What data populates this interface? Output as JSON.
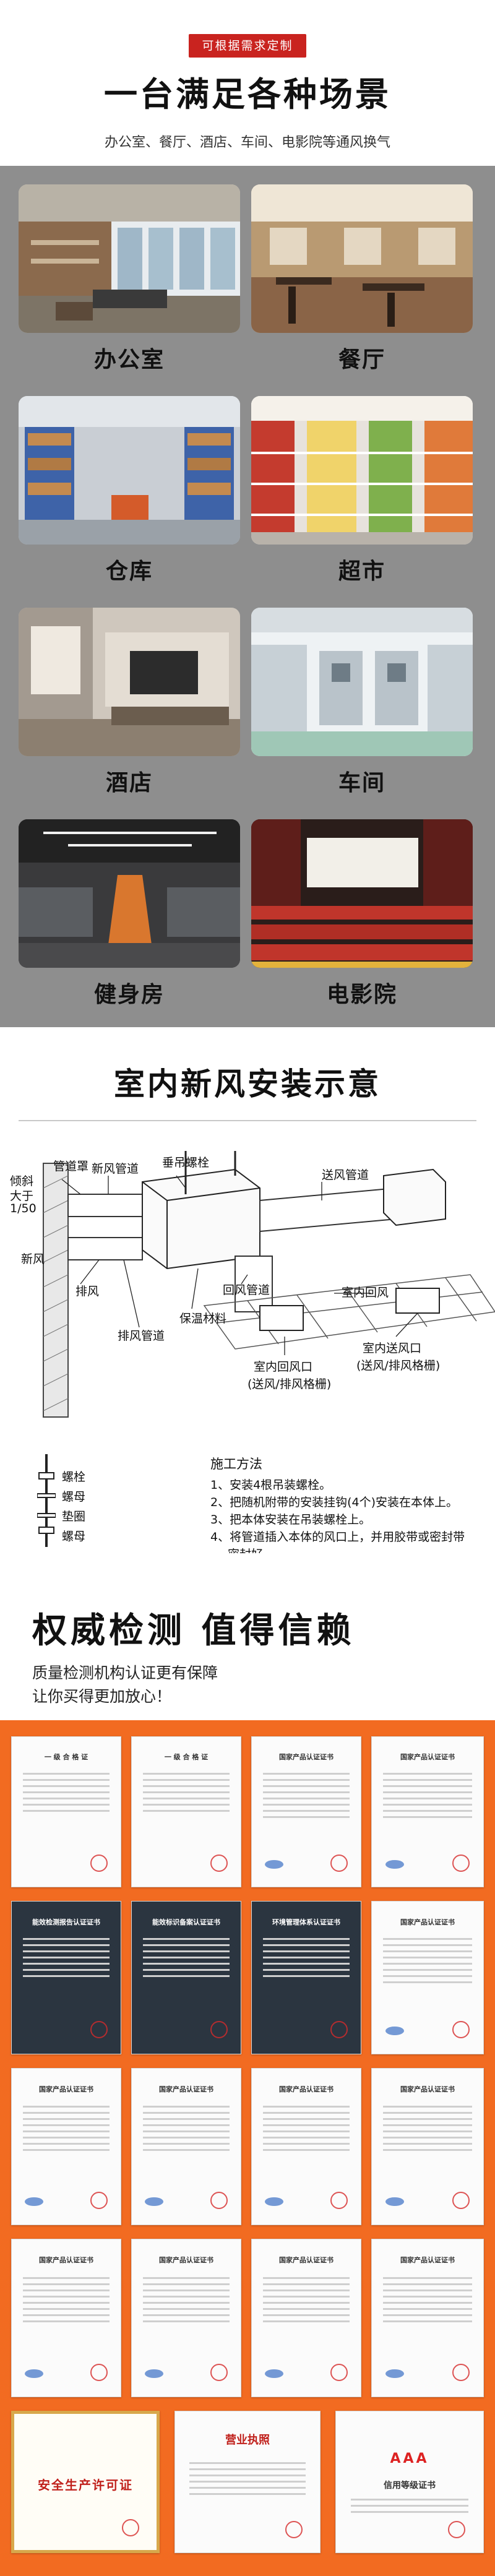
{
  "section_scenes": {
    "badge": "可根据需求定制",
    "headline": "一台满足各种场景",
    "subline": "办公室、餐厅、酒店、车间、电影院等通风换气",
    "cards": [
      {
        "label": "办公室",
        "icon": "office-photo"
      },
      {
        "label": "餐厅",
        "icon": "restaurant-photo"
      },
      {
        "label": "仓库",
        "icon": "warehouse-photo"
      },
      {
        "label": "超市",
        "icon": "supermarket-photo"
      },
      {
        "label": "酒店",
        "icon": "hotel-photo"
      },
      {
        "label": "车间",
        "icon": "workshop-photo"
      },
      {
        "label": "健身房",
        "icon": "gym-photo"
      },
      {
        "label": "电影院",
        "icon": "cinema-photo"
      }
    ]
  },
  "section_install": {
    "title": "室内新风安装示意",
    "labels": {
      "duct_cover": "管道罩",
      "fresh_duct": "新风管道",
      "hanger_bolt": "垂吊螺栓",
      "supply_duct": "送风管道",
      "slope_1": "倾斜",
      "slope_2": "大于",
      "slope_3": "1/50",
      "fresh_air": "新风",
      "exhaust": "排风",
      "return_duct": "回风管道",
      "insulation": "保温材料",
      "exhaust_duct": "排风管道",
      "indoor_return": "室内回风",
      "return_port_1": "室内回风口",
      "return_port_2": "(送风/排风格栅)",
      "supply_port_1": "室内送风口",
      "supply_port_2": "(送风/排风格栅)"
    },
    "bolt_parts": [
      "螺栓",
      "螺母",
      "垫圈",
      "螺母"
    ],
    "method_title": "施工方法",
    "steps": [
      "1、安装4根吊装螺栓。",
      "2、把随机附带的安装挂钩(4个)安装在本体上。",
      "3、把本体安装在吊装螺栓上。",
      "4、将管道插入本体的风口上，并用胶带或密封带",
      "密封好。"
    ]
  },
  "section_certs": {
    "title": "权威检测  值得信赖",
    "line1": "质量检测机构认证更有保障",
    "line2": "让你买得更加放心！",
    "accent": "#f26b21",
    "certs": [
      {
        "title": "一 级 合 格 证"
      },
      {
        "title": "一 级 合 格 证"
      },
      {
        "title": "国家产品认证证书"
      },
      {
        "title": "国家产品认证证书"
      },
      {
        "title": "能效检测报告认证证书"
      },
      {
        "title": "能效标识备案认证证书"
      },
      {
        "title": "环境管理体系认证证书"
      },
      {
        "title": "国家产品认证证书"
      },
      {
        "title": "国家产品认证证书"
      },
      {
        "title": "国家产品认证证书"
      },
      {
        "title": "国家产品认证证书"
      },
      {
        "title": "国家产品认证证书"
      },
      {
        "title": "国家产品认证证书"
      },
      {
        "title": "国家产品认证证书"
      },
      {
        "title": "国家产品认证证书"
      },
      {
        "title": "国家产品认证证书"
      }
    ],
    "bottom_certs": {
      "safety": "安全生产许可证",
      "license": "营业执照",
      "aaa": "AAA",
      "credit": "信用等级证书"
    }
  }
}
